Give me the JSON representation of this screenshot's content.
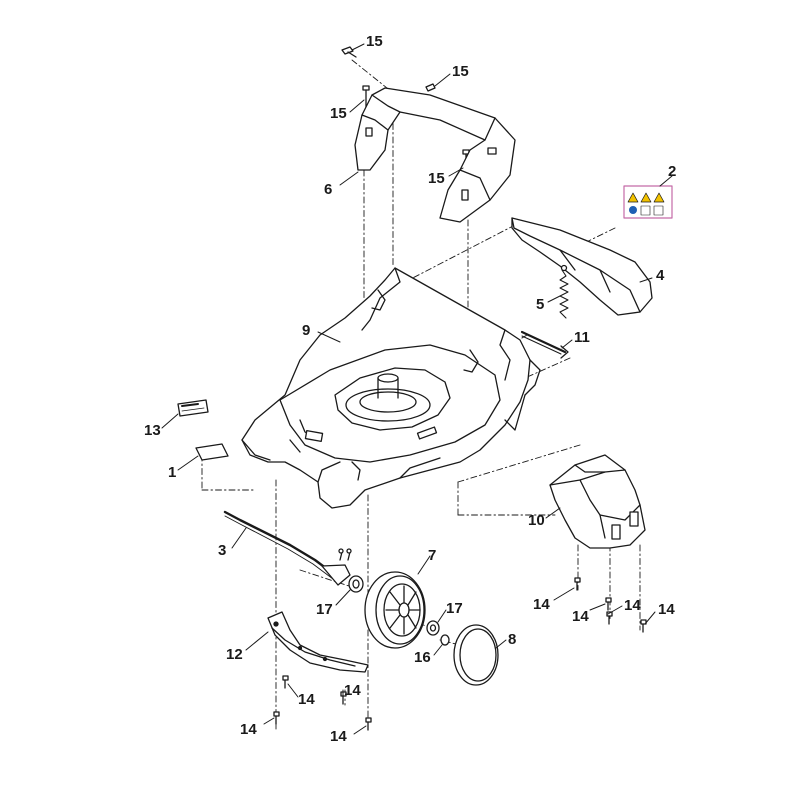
{
  "colors": {
    "line": "#1a1a1a",
    "fill_light": "#ffffff",
    "fill_gray": "#d9d9d9",
    "fill_dark": "#9a9a9a",
    "warning_yellow": "#f2c200",
    "info_blue": "#1f5fb4",
    "label_border": "#c46aa8"
  },
  "callouts": [
    {
      "id": "c15a",
      "label": "15"
    },
    {
      "id": "c15b",
      "label": "15"
    },
    {
      "id": "c15c",
      "label": "15"
    },
    {
      "id": "c15d",
      "label": "15"
    },
    {
      "id": "c6",
      "label": "6"
    },
    {
      "id": "c2",
      "label": "2"
    },
    {
      "id": "c4",
      "label": "4"
    },
    {
      "id": "c5",
      "label": "5"
    },
    {
      "id": "c11",
      "label": "11"
    },
    {
      "id": "c9",
      "label": "9"
    },
    {
      "id": "c13",
      "label": "13"
    },
    {
      "id": "c1",
      "label": "1"
    },
    {
      "id": "c10",
      "label": "10"
    },
    {
      "id": "c3",
      "label": "3"
    },
    {
      "id": "c7",
      "label": "7"
    },
    {
      "id": "c17a",
      "label": "17"
    },
    {
      "id": "c17b",
      "label": "17"
    },
    {
      "id": "c8",
      "label": "8"
    },
    {
      "id": "c16",
      "label": "16"
    },
    {
      "id": "c12",
      "label": "12"
    },
    {
      "id": "c14a",
      "label": "14"
    },
    {
      "id": "c14b",
      "label": "14"
    },
    {
      "id": "c14c",
      "label": "14"
    },
    {
      "id": "c14d",
      "label": "14"
    },
    {
      "id": "c14e",
      "label": "14"
    },
    {
      "id": "c14f",
      "label": "14"
    },
    {
      "id": "c14g",
      "label": "14"
    },
    {
      "id": "c14h",
      "label": "14"
    }
  ]
}
